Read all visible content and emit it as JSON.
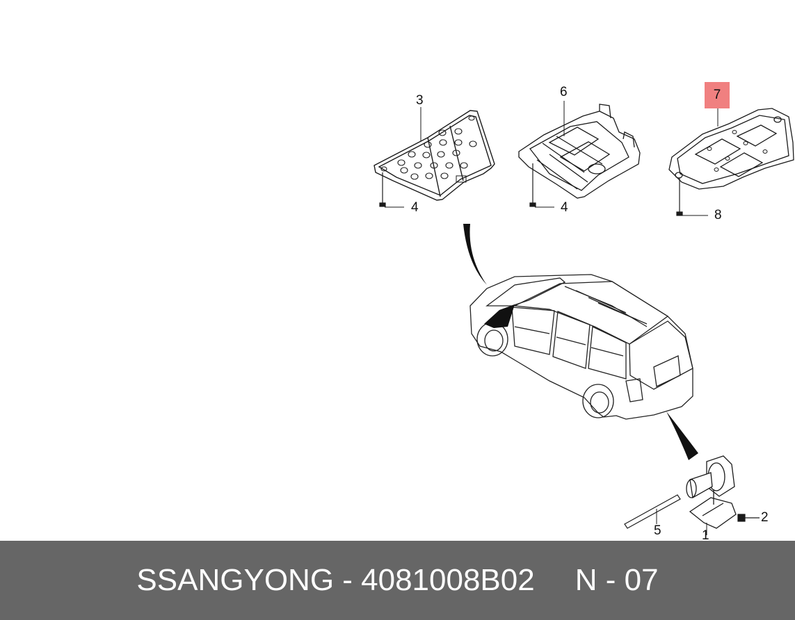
{
  "diagram": {
    "callouts": {
      "c1": "1",
      "c2": "2",
      "c3": "3",
      "c4a": "4",
      "c4b": "4",
      "c5": "5",
      "c6": "6",
      "c7": "7",
      "c8": "8"
    },
    "highlighted_callout": "7"
  },
  "footer": {
    "part_text": "SSANGYONG - 4081008B02",
    "page_text": "N - 07"
  },
  "colors": {
    "footer_background": "#666666",
    "highlight": "#f08080",
    "line": "#1a1a1a"
  },
  "icons": [
    "skid-plate",
    "engine-undercover",
    "transmission-undercover",
    "suv-vehicle",
    "horn-assembly",
    "bolt"
  ]
}
